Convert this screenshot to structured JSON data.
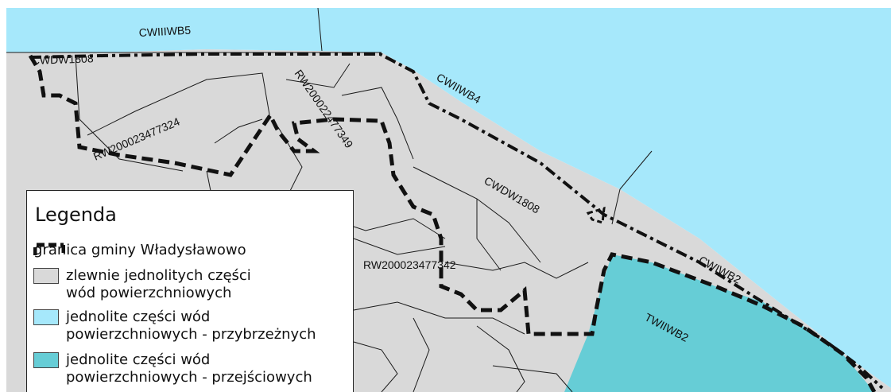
{
  "colors": {
    "catchment_fill": "#d9d9d9",
    "coastal_fill": "#a6e8fb",
    "transitional_fill": "#66cdd6",
    "boundary_line": "#111111",
    "thin_line": "#1a1a1a"
  },
  "map_labels": {
    "cw3wb5": "CWIIIWB5",
    "cwdw1808_top": "CWDW1808",
    "rw347324": "RW200023477324",
    "rw477349": "RW200022477349",
    "cw2wb4": "CWIIWB4",
    "cwdw1808_mid": "CWDW1808",
    "rw477342": "RW200023477342",
    "cwiwb2": "CWIWB2",
    "twiiwb2": "TWIIWB2"
  },
  "legend": {
    "title": "Legenda",
    "items": [
      {
        "lines": [
          "granica gminy Władysławowo"
        ],
        "swatch": "boundary-icon"
      },
      {
        "lines": [
          "zlewnie jednolitych części",
          "wód powierzchniowych"
        ],
        "swatch": "catchment-swatch"
      },
      {
        "lines": [
          "jednolite części wód",
          "powierzchniowych - przybrzeżnych"
        ],
        "swatch": "coastal-swatch"
      },
      {
        "lines": [
          "jednolite części wód",
          "powierzchniowych - przejściowych"
        ],
        "swatch": "transitional-swatch"
      }
    ]
  }
}
